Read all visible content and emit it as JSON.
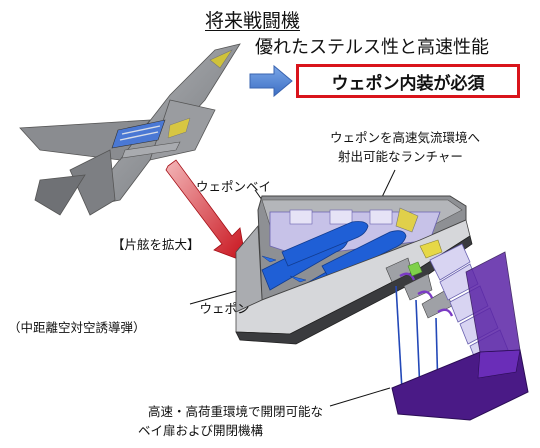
{
  "title": "将来戦闘機",
  "subtitle": "優れたステルス性と高速性能",
  "callout": "ウェポン内装が必須",
  "label_launcher": [
    "ウェポンを高速気流環境へ",
    "射出可能なランチャー"
  ],
  "label_bay": "ウェポンベイ",
  "label_enlarge": "【片舷を拡大】",
  "label_weapon": [
    "ウェポン",
    "（中距離空対空誘導弾）"
  ],
  "label_door": [
    "高速・高荷重環境で開閉可能な",
    "ベイ扉および開閉機構"
  ],
  "colors": {
    "callout_border": "#d9141b",
    "arrow_blue": "#4a7fd0",
    "red_arrow": "#c8101a",
    "missile": "#1f5fd6",
    "bay_door": "#4a1a86",
    "aircraft_gray": "#8c8e92"
  }
}
